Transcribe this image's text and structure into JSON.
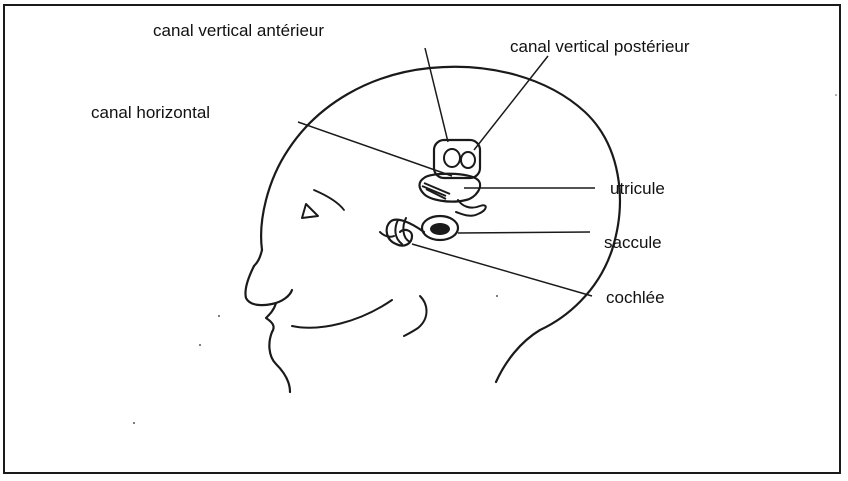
{
  "labels": {
    "anterior_canal": "canal vertical antérieur",
    "posterior_canal": "canal vertical postérieur",
    "horizontal_canal": "canal horizontal",
    "utricle": "utricule",
    "saccule": "saccule",
    "cochlea": "cochlée"
  },
  "colors": {
    "ink": "#1a1a1a",
    "background": "#ffffff"
  }
}
